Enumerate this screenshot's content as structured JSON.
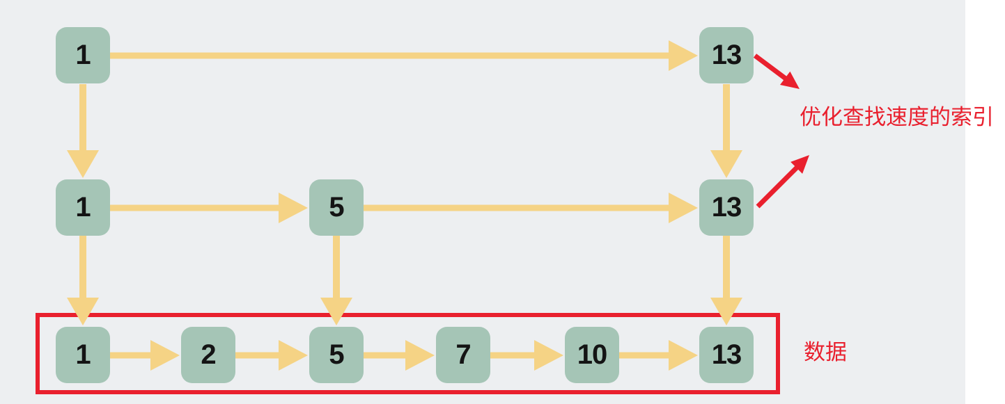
{
  "diagram": {
    "kind": "skip-list",
    "levels": [
      {
        "name": "index-level-2",
        "role": "index",
        "nodes": [
          "1",
          "13"
        ]
      },
      {
        "name": "index-level-1",
        "role": "index",
        "nodes": [
          "1",
          "5",
          "13"
        ]
      },
      {
        "name": "data-level",
        "role": "data",
        "nodes": [
          "1",
          "2",
          "5",
          "7",
          "10",
          "13"
        ]
      }
    ],
    "annotations": {
      "index_label": "优化查找速度的索引",
      "data_label": "数据"
    },
    "colors": {
      "background": "#edeff1",
      "right_panel": "#ffffff",
      "node_fill": "#a5c5b6",
      "node_text": "#141414",
      "arrow_yellow": "#f5d385",
      "annotation_red": "#e9202e"
    }
  }
}
